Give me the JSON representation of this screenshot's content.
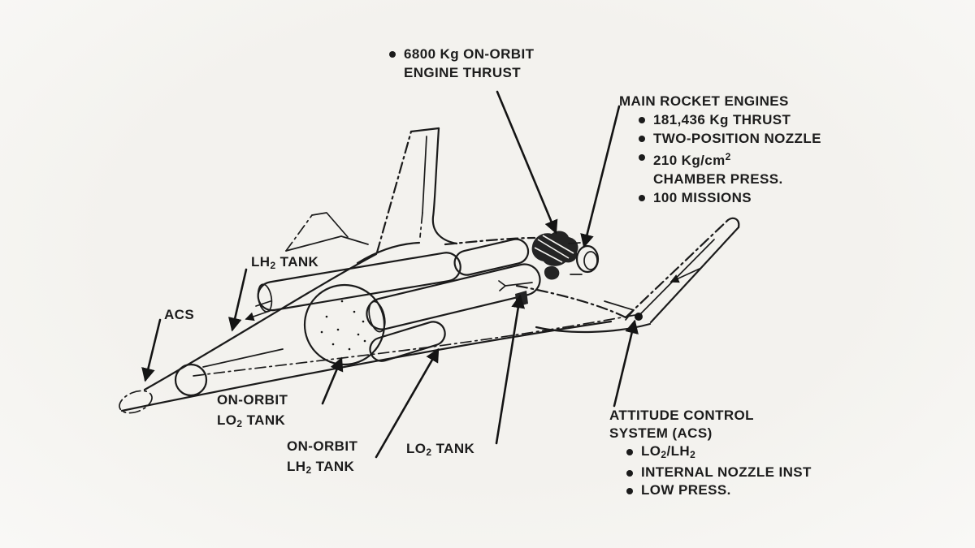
{
  "colors": {
    "paper": "#f5f4f1",
    "ink": "#1b1b1b"
  },
  "callouts": {
    "engine_thrust": {
      "line1": "6800 Kg ON-ORBIT",
      "line2": "ENGINE THRUST"
    },
    "main_engines": {
      "title": "MAIN ROCKET ENGINES",
      "item1": "181,436 Kg THRUST",
      "item2": "TWO-POSITION NOZZLE",
      "item3_pre": "210 Kg/cm",
      "item3_sup": "2",
      "item3_cont": "CHAMBER PRESS.",
      "item4": "100 MISSIONS"
    },
    "attitude_control": {
      "title1": "ATTITUDE CONTROL",
      "title2": "SYSTEM (ACS)",
      "item1_a": "LO",
      "item1_a_sub": "2",
      "item1_b": "/LH",
      "item1_b_sub": "2",
      "item2": "INTERNAL NOZZLE INST",
      "item3": "LOW PRESS."
    }
  },
  "labels": {
    "lh2_tank": {
      "a": "LH",
      "sub": "2",
      "b": " TANK"
    },
    "acs": "ACS",
    "onorbit_lo2": {
      "line1": "ON-ORBIT",
      "a": "LO",
      "sub": "2",
      "b": " TANK"
    },
    "onorbit_lh2": {
      "line1": "ON-ORBIT",
      "a": "LH",
      "sub": "2",
      "b": " TANK"
    },
    "lo2_tank": {
      "a": "LO",
      "sub": "2",
      "b": " TANK"
    }
  }
}
